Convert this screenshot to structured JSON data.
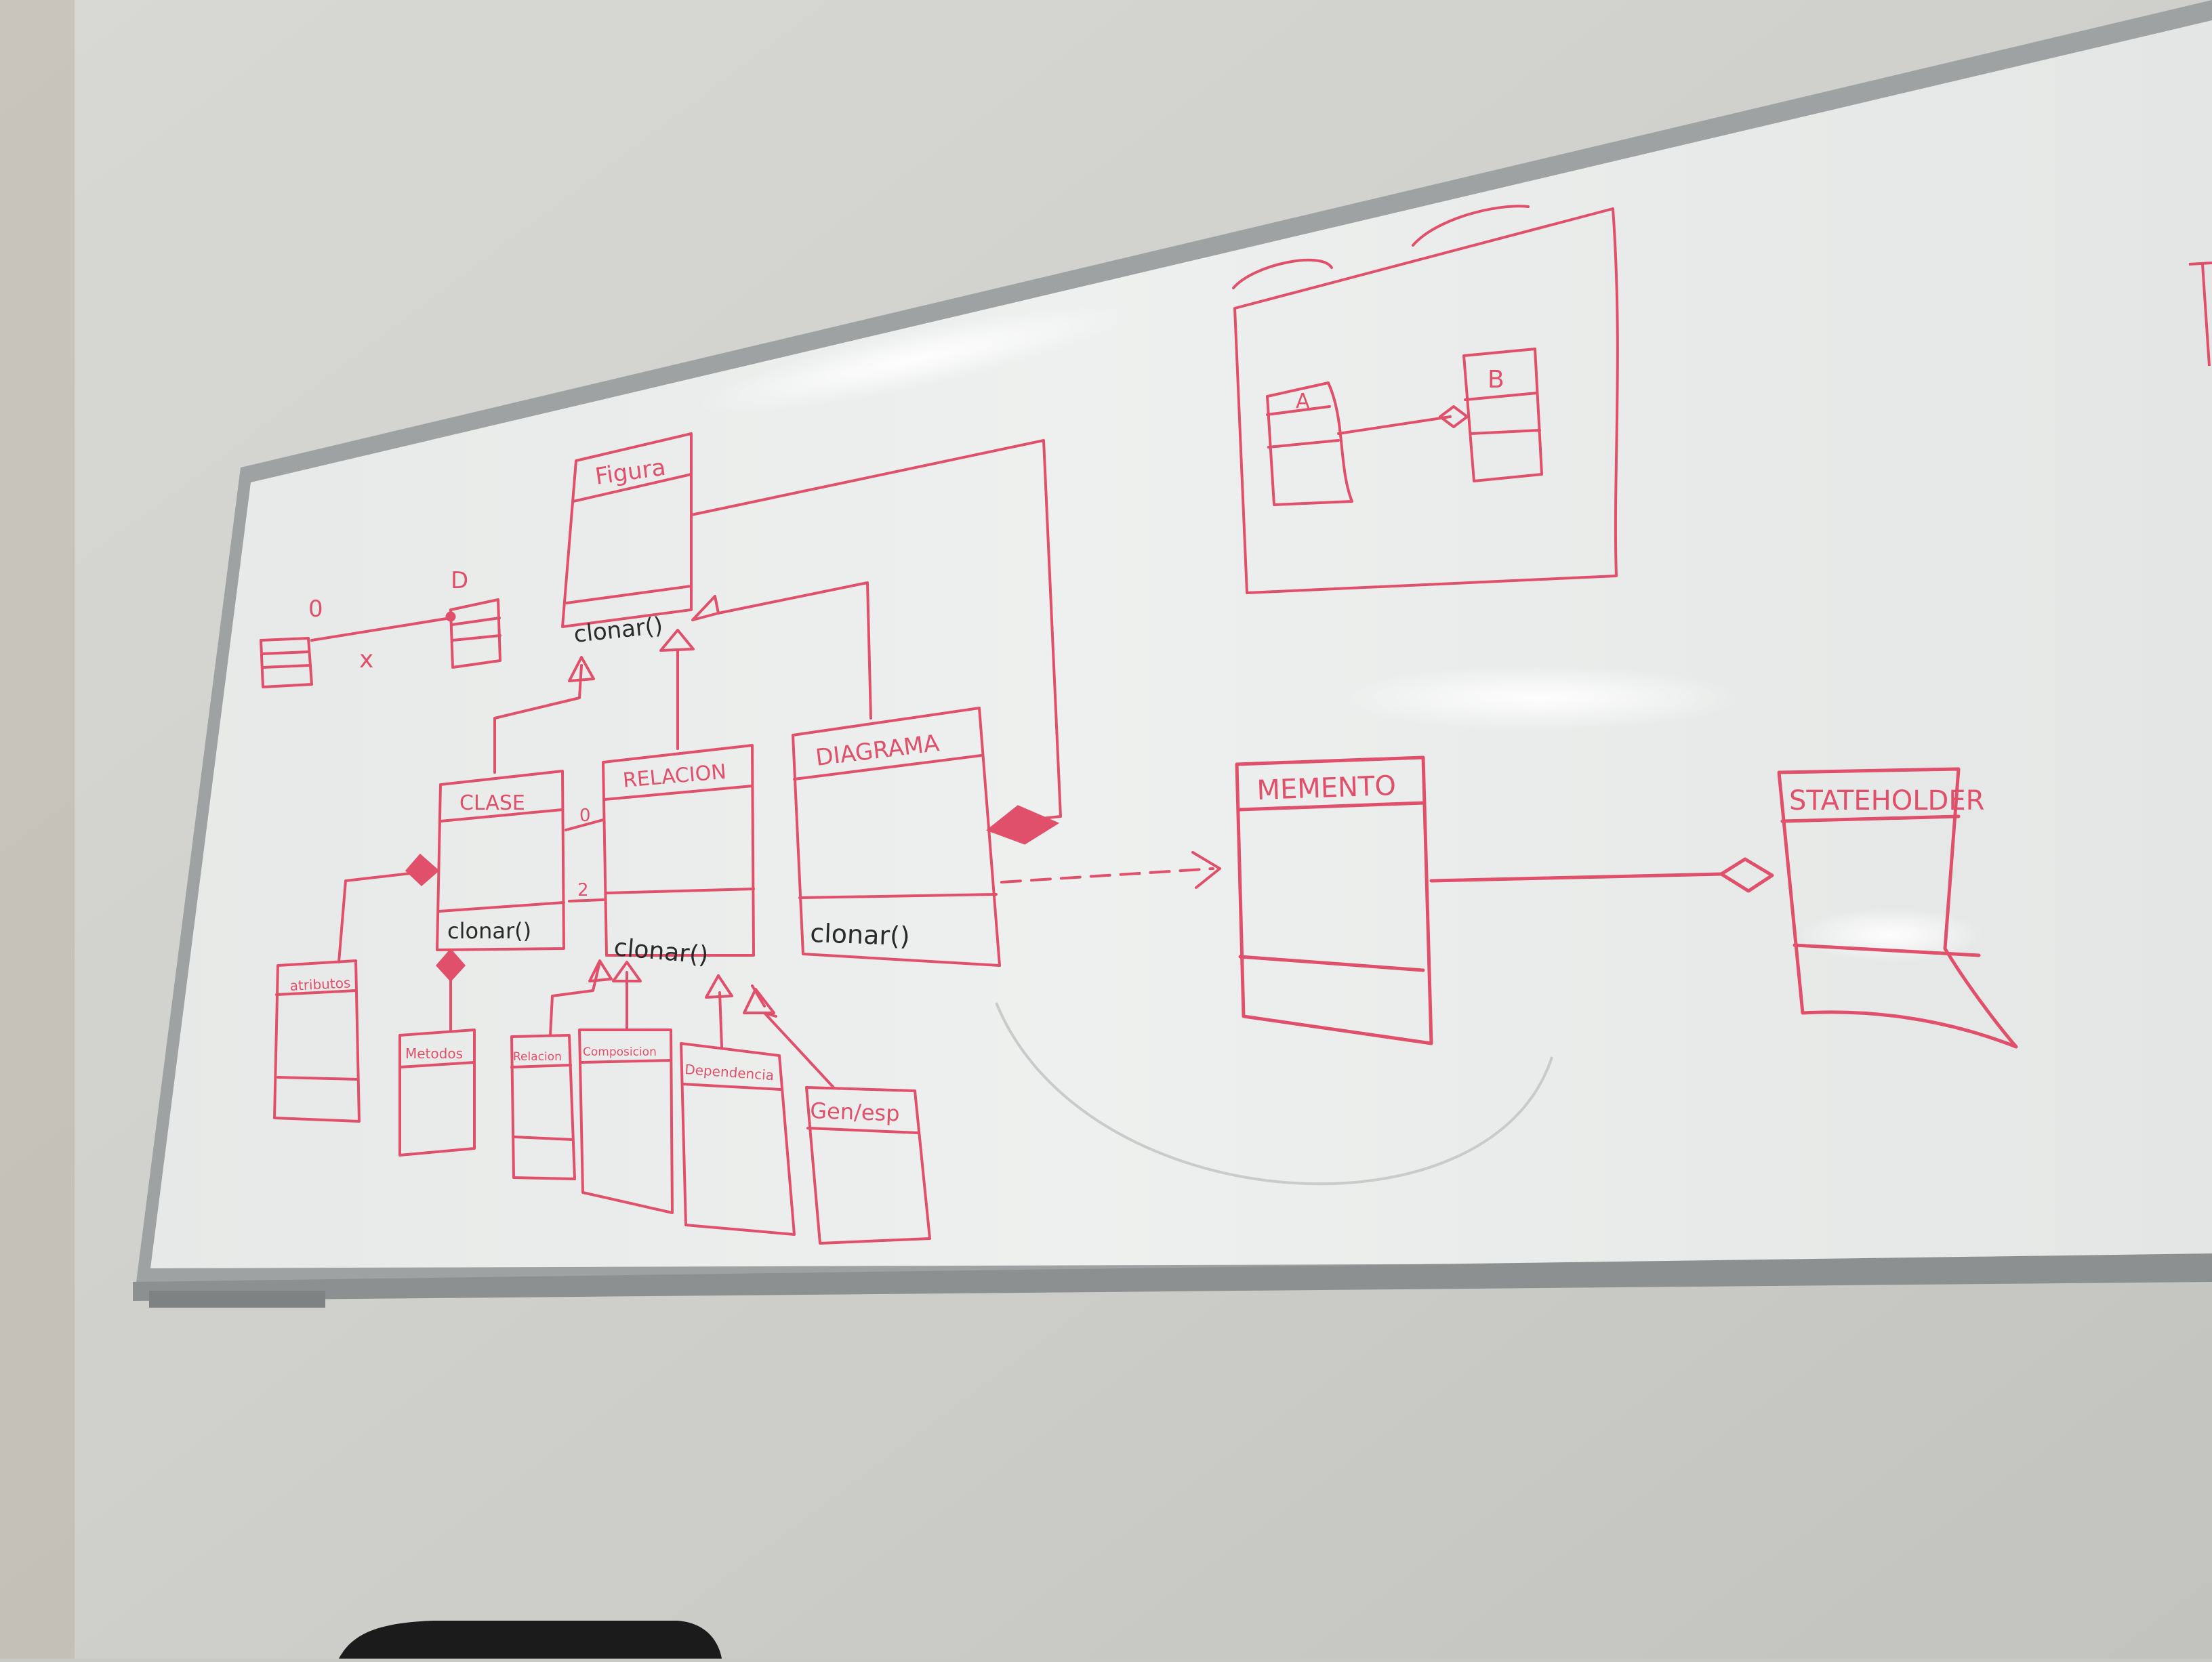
{
  "scene": {
    "subject": "whiteboard-uml-sketch",
    "ink_color": "#e0506a",
    "dark_ink_color": "#2a2a2a"
  },
  "labels": {
    "figura": "Figura",
    "clonar_figura": "clonar()",
    "clase": "CLASE",
    "relacion": "RELACION",
    "diagrama": "DIAGRAMA",
    "clonar_clase": "clonar()",
    "clonar_relacion": "clonar()",
    "clonar_diagrama": "clonar()",
    "atributos": "atributos",
    "metodos": "Metodos",
    "relacion_sub": "Relacion",
    "composicion": "Composicion",
    "dependencia": "Dependencia",
    "gen_esp": "Gen/esp",
    "multiplicity_0": "0",
    "multiplicity_d": "D",
    "multiplicity_x": "x",
    "mult_clase_0": "0",
    "mult_clase_2": "2",
    "box_a": "A",
    "box_b": "B",
    "memento": "MEMENTO",
    "stateholder": "STATEHOLDER"
  }
}
